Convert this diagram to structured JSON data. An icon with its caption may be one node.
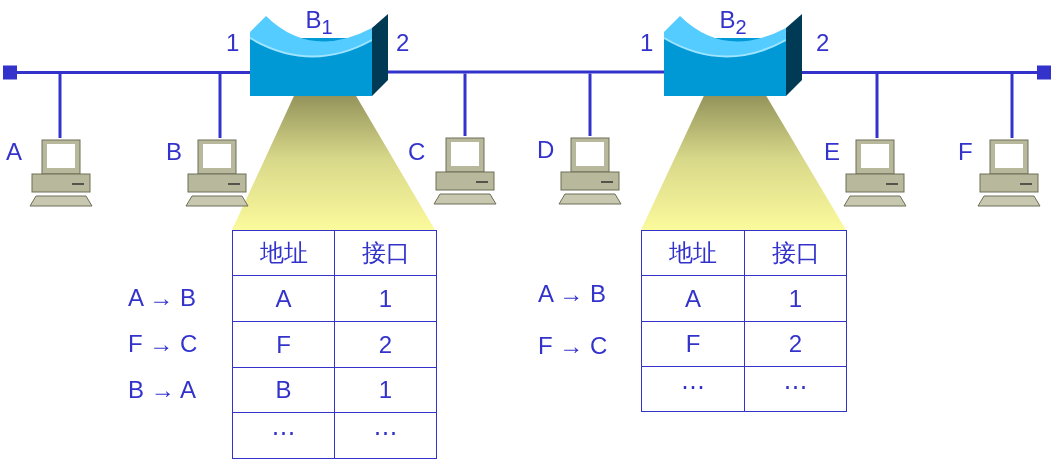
{
  "diagram": {
    "nodes": [
      {
        "text": [],
        "shape": "bar"
      },
      {
        "text": [
          "B$_{1}$"
        ],
        "beside": [
          "1",
          "2"
        ]
      },
      {
        "text": [],
        "shape": "bar"
      },
      {
        "text": [
          "B$_{2}$"
        ],
        "beside": [
          "1",
          "2"
        ]
      },
      {
        "text": [],
        "shape": "bar"
      },
      {
        "text": [
          "A"
        ]
      },
      {
        "text": [
          "B"
        ]
      },
      {
        "text": [
          "C"
        ]
      },
      {
        "text": [
          "D"
        ]
      },
      {
        "text": [
          "E"
        ]
      },
      {
        "text": [
          "F"
        ]
      }
    ],
    "edges": [
      {
        "from": 5,
        "to": 0,
        "arrow": "none"
      },
      {
        "from": 6,
        "to": 0,
        "arrow": "none"
      },
      {
        "from": 7,
        "to": 2,
        "arrow": "none"
      },
      {
        "from": 8,
        "to": 2,
        "arrow": "none"
      },
      {
        "from": 9,
        "to": 4,
        "arrow": "none"
      },
      {
        "from": 10,
        "to": 4,
        "arrow": "none"
      }
    ],
    "labels": [
      "地址",
      "接口",
      "A → B",
      "A",
      "1",
      "F → C",
      "F",
      "2",
      "B → A",
      "B",
      "1",
      "⋯",
      "⋯",
      "地址",
      "接口",
      "A → B",
      "A",
      "1",
      "F → C",
      "F",
      "2",
      "⋯",
      "⋯"
    ]
  }
}
